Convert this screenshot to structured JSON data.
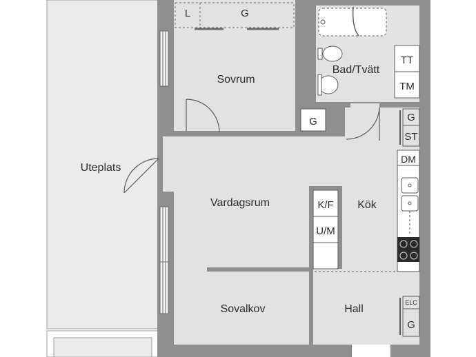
{
  "colors": {
    "wall": "#8f8f8f",
    "floor": "#e2e2e2",
    "outdoor": "#ebebeb",
    "line": "#5a5a5a",
    "fixture": "#ffffff"
  },
  "rooms": {
    "uteplats": "Uteplats",
    "sovrum": "Sovrum",
    "bad": "Bad/Tvätt",
    "vardagsrum": "Vardagsrum",
    "kok": "Kök",
    "sovalkov": "Sovalkov",
    "hall": "Hall"
  },
  "fixtures": {
    "sovrum_l": "L",
    "sovrum_g": "G",
    "closet_g": "G",
    "tt": "TT",
    "tm": "TM",
    "kitchen_g": "G",
    "st": "ST",
    "dm": "DM",
    "kf": "K/F",
    "um": "U/M",
    "elc": "ELC",
    "hall_g": "G"
  }
}
